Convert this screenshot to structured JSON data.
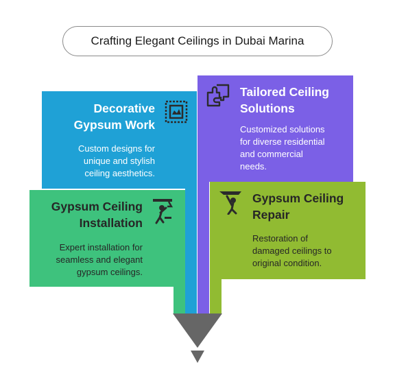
{
  "title": "Crafting Elegant Ceilings in Dubai Marina",
  "colors": {
    "decorative": "#1fa1d6",
    "tailored": "#7b60e6",
    "installation": "#3ec27d",
    "repair": "#91bb32",
    "funnel": "#666666"
  },
  "cards": {
    "decorative": {
      "icon": "framed-picture-icon",
      "title_line1": "Decorative",
      "title_line2": "Gypsum Work",
      "desc_line1": "Custom designs for",
      "desc_line2": "unique and stylish",
      "desc_line3": "ceiling aesthetics."
    },
    "tailored": {
      "icon": "puzzle-icon",
      "title_line1": "Tailored Ceiling",
      "title_line2": "Solutions",
      "desc_line1": "Customized solutions",
      "desc_line2": "for diverse residential",
      "desc_line3": "and commercial",
      "desc_line4": "needs."
    },
    "installation": {
      "icon": "worker-ceiling-icon",
      "title_line1": "Gypsum Ceiling",
      "title_line2": "Installation",
      "desc_line1": "Expert installation for",
      "desc_line2": "seamless and elegant",
      "desc_line3": "gypsum ceilings."
    },
    "repair": {
      "icon": "person-repair-icon",
      "title_line1": "Gypsum Ceiling",
      "title_line2": "Repair",
      "desc_line1": "Restoration of",
      "desc_line2": "damaged ceilings to",
      "desc_line3": "original condition."
    }
  }
}
